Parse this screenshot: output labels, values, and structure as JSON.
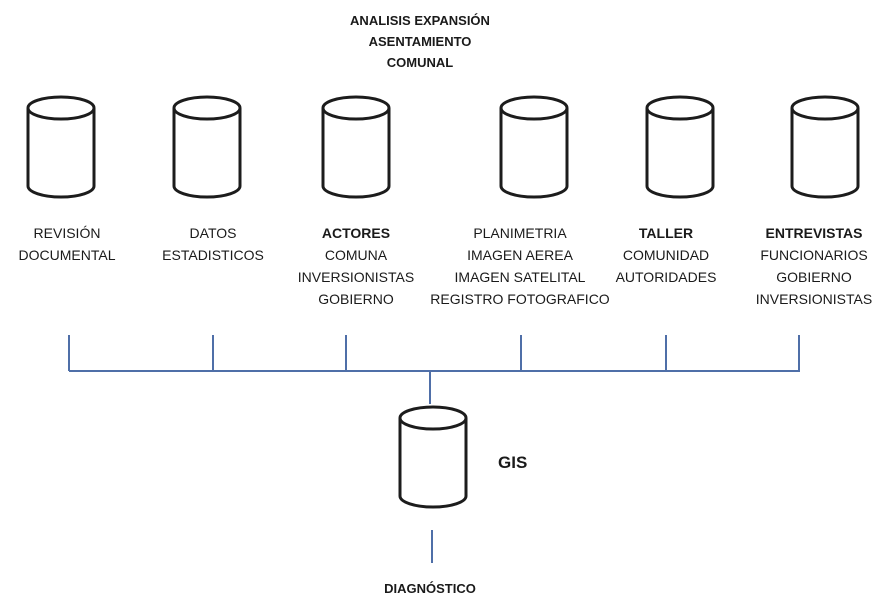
{
  "title": {
    "line1": "ANALISIS EXPANSIÓN",
    "line2": "ASENTAMIENTO",
    "line3": "COMUNAL"
  },
  "sources": [
    {
      "lines": [
        "REVISIÓN",
        "DOCUMENTAL"
      ]
    },
    {
      "lines": [
        "DATOS",
        "ESTADISTICOS"
      ]
    },
    {
      "lines": [
        "ACTORES",
        "COMUNA",
        "INVERSIONISTAS",
        "GOBIERNO"
      ]
    },
    {
      "lines": [
        "PLANIMETRIA",
        "IMAGEN AEREA",
        "IMAGEN SATELITAL",
        "REGISTRO FOTOGRAFICO"
      ]
    },
    {
      "lines": [
        "TALLER",
        "COMUNIDAD",
        "AUTORIDADES"
      ]
    },
    {
      "lines": [
        "ENTREVISTAS",
        "FUNCIONARIOS",
        "GOBIERNO",
        "INVERSIONISTAS"
      ]
    }
  ],
  "gis_label": "GIS",
  "output_label": "DIAGNÓSTICO",
  "colors": {
    "line": "#4f6fa8",
    "cylinder_stroke": "#1c1c1c",
    "text": "#1a1a1a"
  }
}
